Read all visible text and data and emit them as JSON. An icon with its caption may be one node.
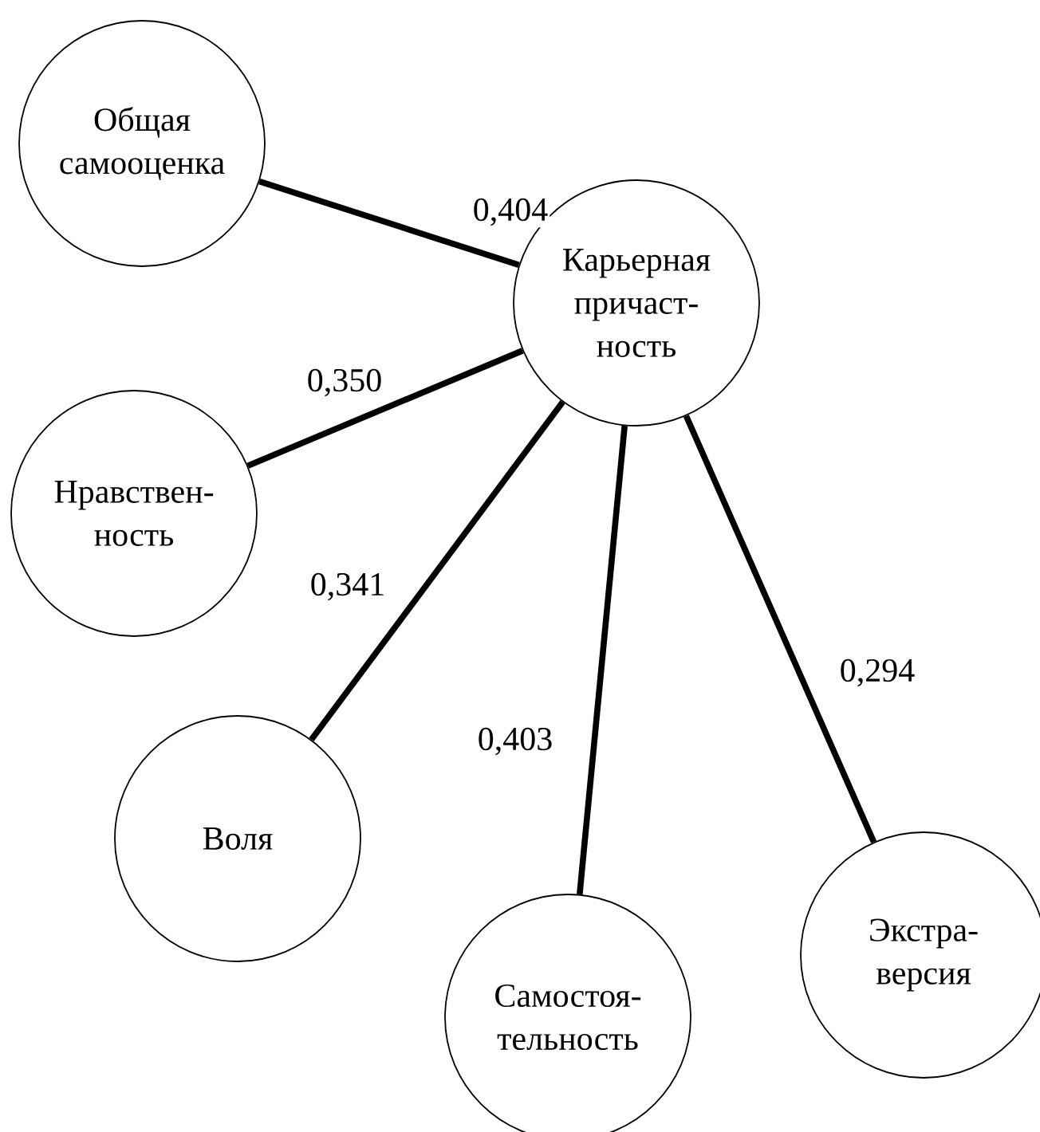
{
  "diagram": {
    "nodes": [
      {
        "text": [
          "Общая самооценка"
        ]
      },
      {
        "text": [
          "Карьерная причаст- ность"
        ]
      },
      {
        "text": [
          "Нравствен- ность"
        ]
      },
      {
        "text": [
          "Воля"
        ]
      },
      {
        "text": [
          "Самостоя- тельность"
        ]
      },
      {
        "text": [
          "Экстра- версия"
        ]
      }
    ],
    "edges": [
      {
        "from": 0,
        "to": 1,
        "arrow": "none",
        "label": "0,404"
      },
      {
        "from": 2,
        "to": 1,
        "arrow": "none",
        "label": "0,350"
      },
      {
        "from": 3,
        "to": 1,
        "arrow": "none",
        "label": "0,341"
      },
      {
        "from": 4,
        "to": 1,
        "arrow": "none",
        "label": "0,403"
      },
      {
        "from": 5,
        "to": 1,
        "arrow": "none",
        "label": "0,294"
      }
    ]
  }
}
